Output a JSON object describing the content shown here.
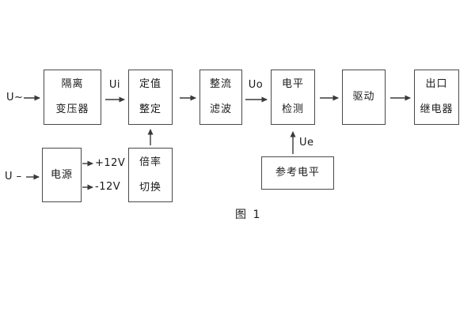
{
  "figure": {
    "caption": "图 1",
    "blocks": {
      "isolation_transformer": "隔离\n变压器",
      "setpoint_adjust": "定值\n整定",
      "rectify_filter": "整流\n滤波",
      "level_detect": "电平\n检测",
      "drive": "驱动",
      "output_relay": "出口\n继电器",
      "power_supply": "电源",
      "ratio_switch": "倍率\n切换",
      "reference_level": "参考电平"
    },
    "labels": {
      "ac_input": "U~",
      "dc_input": "U –",
      "ui": "Ui",
      "uo": "Uo",
      "ue": "Ue",
      "plus_12v": "+12V",
      "minus_12v": "-12V"
    },
    "colors": {
      "line": "#3a3a3a",
      "border": "#4a4a4a",
      "text": "#1a1a1a",
      "background": "#ffffff"
    }
  }
}
